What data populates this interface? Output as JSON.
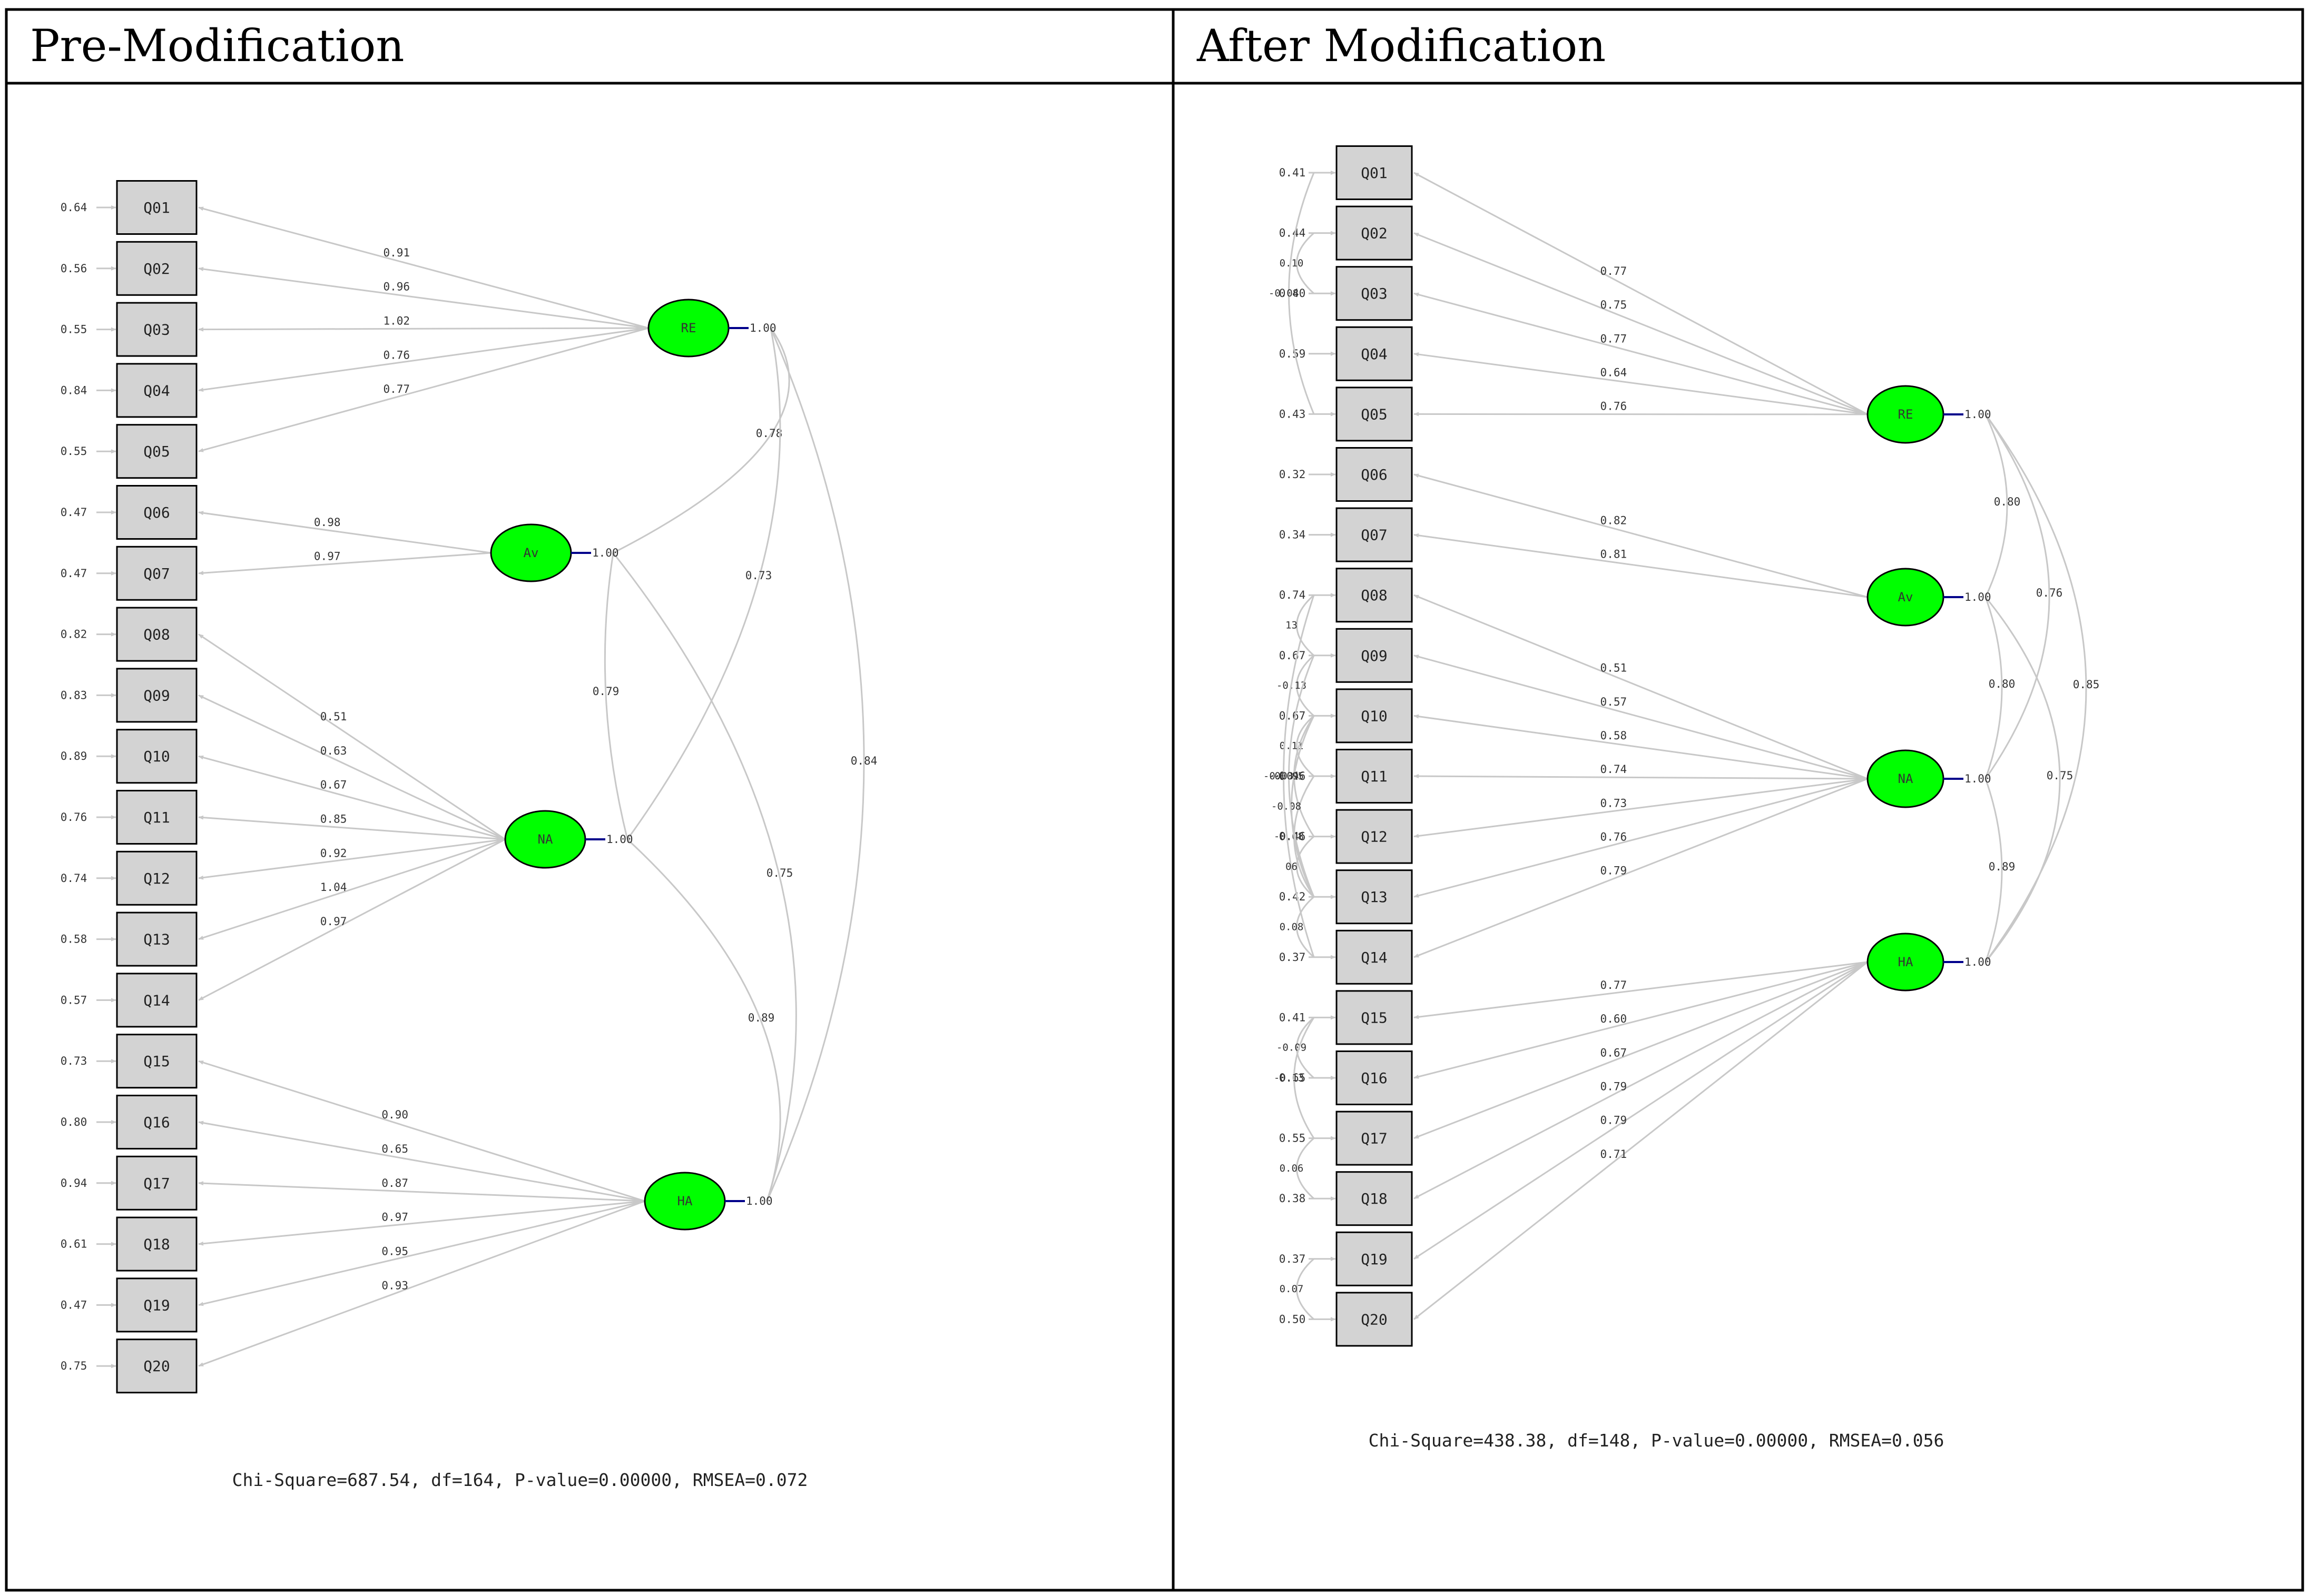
{
  "panels": [
    {
      "title": "Pre-Modification",
      "fit": "Chi-Square=687.54, df=164, P-value=0.00000, RMSEA=0.072",
      "items": [
        "Q01",
        "Q02",
        "Q03",
        "Q04",
        "Q05",
        "Q06",
        "Q07",
        "Q08",
        "Q09",
        "Q10",
        "Q11",
        "Q12",
        "Q13",
        "Q14",
        "Q15",
        "Q16",
        "Q17",
        "Q18",
        "Q19",
        "Q20"
      ],
      "errors": [
        "0.64",
        "0.56",
        "0.55",
        "0.84",
        "0.55",
        "0.47",
        "0.47",
        "0.82",
        "0.83",
        "0.89",
        "0.76",
        "0.74",
        "0.58",
        "0.57",
        "0.73",
        "0.80",
        "0.94",
        "0.61",
        "0.47",
        "0.75"
      ],
      "latents": [
        {
          "name": "RE",
          "variance": "1.00"
        },
        {
          "name": "Av",
          "variance": "1.00"
        },
        {
          "name": "NA",
          "variance": "1.00"
        },
        {
          "name": "HA",
          "variance": "1.00"
        }
      ],
      "loadings": [
        {
          "factor": 0,
          "item": 0,
          "value": "0.91"
        },
        {
          "factor": 0,
          "item": 1,
          "value": "0.96"
        },
        {
          "factor": 0,
          "item": 2,
          "value": "1.02"
        },
        {
          "factor": 0,
          "item": 3,
          "value": "0.76"
        },
        {
          "factor": 0,
          "item": 4,
          "value": "0.77"
        },
        {
          "factor": 1,
          "item": 5,
          "value": "0.98"
        },
        {
          "factor": 1,
          "item": 6,
          "value": "0.97"
        },
        {
          "factor": 2,
          "item": 7,
          "value": "0.51"
        },
        {
          "factor": 2,
          "item": 8,
          "value": "0.63"
        },
        {
          "factor": 2,
          "item": 9,
          "value": "0.67"
        },
        {
          "factor": 2,
          "item": 10,
          "value": "0.85"
        },
        {
          "factor": 2,
          "item": 11,
          "value": "0.92"
        },
        {
          "factor": 2,
          "item": 12,
          "value": "1.04"
        },
        {
          "factor": 2,
          "item": 13,
          "value": "0.97"
        },
        {
          "factor": 3,
          "item": 14,
          "value": "0.90"
        },
        {
          "factor": 3,
          "item": 15,
          "value": "0.65"
        },
        {
          "factor": 3,
          "item": 16,
          "value": "0.87"
        },
        {
          "factor": 3,
          "item": 17,
          "value": "0.97"
        },
        {
          "factor": 3,
          "item": 18,
          "value": "0.95"
        },
        {
          "factor": 3,
          "item": 19,
          "value": "0.93"
        }
      ],
      "factor_covariances": [
        {
          "a": 0,
          "b": 1,
          "value": "0.78"
        },
        {
          "a": 0,
          "b": 2,
          "value": "0.73"
        },
        {
          "a": 0,
          "b": 3,
          "value": "0.84"
        },
        {
          "a": 1,
          "b": 2,
          "value": "0.79"
        },
        {
          "a": 1,
          "b": 3,
          "value": "0.75"
        },
        {
          "a": 2,
          "b": 3,
          "value": "0.89"
        }
      ],
      "error_covariances": []
    },
    {
      "title": "After Modification",
      "fit": "Chi-Square=438.38, df=148, P-value=0.00000, RMSEA=0.056",
      "items": [
        "Q01",
        "Q02",
        "Q03",
        "Q04",
        "Q05",
        "Q06",
        "Q07",
        "Q08",
        "Q09",
        "Q10",
        "Q11",
        "Q12",
        "Q13",
        "Q14",
        "Q15",
        "Q16",
        "Q17",
        "Q18",
        "Q19",
        "Q20"
      ],
      "errors": [
        "0.41",
        "0.44",
        "0.40",
        "0.59",
        "0.43",
        "0.32",
        "0.34",
        "0.74",
        "0.67",
        "0.67",
        "0.46",
        "0.46",
        "0.42",
        "0.37",
        "0.41",
        "0.65",
        "0.55",
        "0.38",
        "0.37",
        "0.50"
      ],
      "latents": [
        {
          "name": "RE",
          "variance": "1.00"
        },
        {
          "name": "Av",
          "variance": "1.00"
        },
        {
          "name": "NA",
          "variance": "1.00"
        },
        {
          "name": "HA",
          "variance": "1.00"
        }
      ],
      "loadings": [
        {
          "factor": 0,
          "item": 0,
          "value": "0.77"
        },
        {
          "factor": 0,
          "item": 1,
          "value": "0.75"
        },
        {
          "factor": 0,
          "item": 2,
          "value": "0.77"
        },
        {
          "factor": 0,
          "item": 3,
          "value": "0.64"
        },
        {
          "factor": 0,
          "item": 4,
          "value": "0.76"
        },
        {
          "factor": 1,
          "item": 5,
          "value": "0.82"
        },
        {
          "factor": 1,
          "item": 6,
          "value": "0.81"
        },
        {
          "factor": 2,
          "item": 7,
          "value": "0.51"
        },
        {
          "factor": 2,
          "item": 8,
          "value": "0.57"
        },
        {
          "factor": 2,
          "item": 9,
          "value": "0.58"
        },
        {
          "factor": 2,
          "item": 10,
          "value": "0.74"
        },
        {
          "factor": 2,
          "item": 11,
          "value": "0.73"
        },
        {
          "factor": 2,
          "item": 12,
          "value": "0.76"
        },
        {
          "factor": 2,
          "item": 13,
          "value": "0.79"
        },
        {
          "factor": 3,
          "item": 14,
          "value": "0.77"
        },
        {
          "factor": 3,
          "item": 15,
          "value": "0.60"
        },
        {
          "factor": 3,
          "item": 16,
          "value": "0.67"
        },
        {
          "factor": 3,
          "item": 17,
          "value": "0.79"
        },
        {
          "factor": 3,
          "item": 18,
          "value": "0.79"
        },
        {
          "factor": 3,
          "item": 19,
          "value": "0.71"
        }
      ],
      "factor_covariances": [
        {
          "a": 0,
          "b": 1,
          "value": "0.80"
        },
        {
          "a": 0,
          "b": 2,
          "value": "0.76"
        },
        {
          "a": 0,
          "b": 3,
          "value": "0.85"
        },
        {
          "a": 1,
          "b": 2,
          "value": "0.80"
        },
        {
          "a": 1,
          "b": 3,
          "value": "0.75"
        },
        {
          "a": 2,
          "b": 3,
          "value": "0.89"
        }
      ],
      "error_covariances": [
        {
          "a": 1,
          "b": 2,
          "value": "0.10"
        },
        {
          "a": 0,
          "b": 4,
          "value": "-0.08"
        },
        {
          "a": 8,
          "b": 9,
          "value": "-0.13"
        },
        {
          "a": 7,
          "b": 8,
          "value": "13"
        },
        {
          "a": 9,
          "b": 10,
          "value": "0.11"
        },
        {
          "a": 9,
          "b": 11,
          "value": "-0.05"
        },
        {
          "a": 7,
          "b": 13,
          "value": "-0.08"
        },
        {
          "a": 10,
          "b": 12,
          "value": "-0.08"
        },
        {
          "a": 9,
          "b": 12,
          "value": "-0.08"
        },
        {
          "a": 8,
          "b": 12,
          "value": "-0.09"
        },
        {
          "a": 11,
          "b": 12,
          "value": "06"
        },
        {
          "a": 12,
          "b": 13,
          "value": "0.08"
        },
        {
          "a": 14,
          "b": 15,
          "value": "-0.09"
        },
        {
          "a": 14,
          "b": 16,
          "value": "-0.13"
        },
        {
          "a": 16,
          "b": 17,
          "value": "0.06"
        },
        {
          "a": 18,
          "b": 19,
          "value": "0.07"
        }
      ]
    }
  ]
}
